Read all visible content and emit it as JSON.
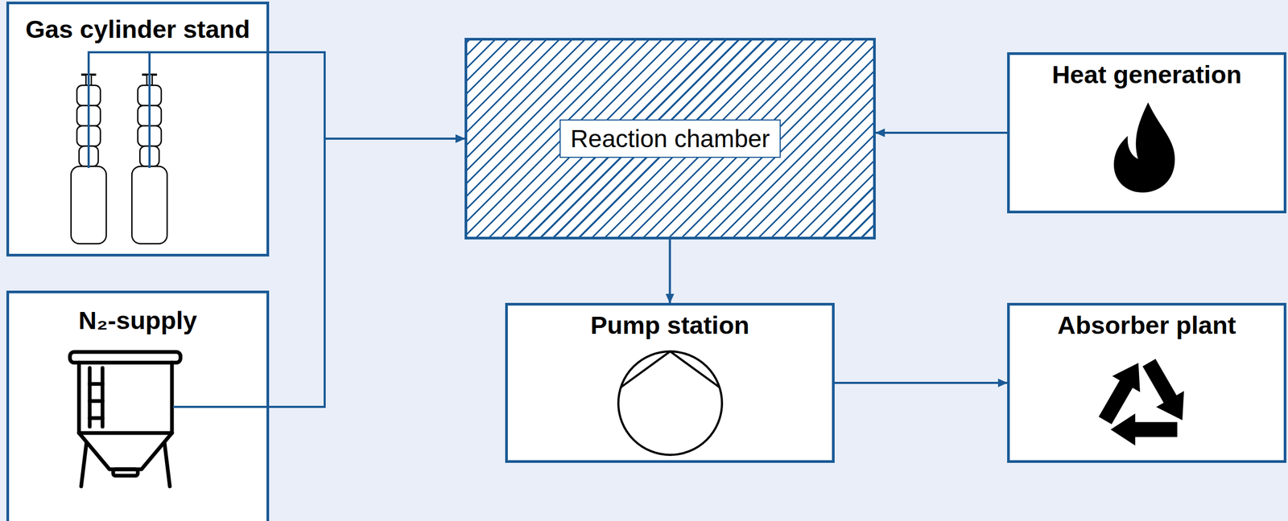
{
  "diagram": {
    "nodes": [
      {
        "text": [
          "Gas cylinder stand"
        ]
      },
      {
        "text": [
          "Reaction chamber"
        ]
      },
      {
        "text": [
          "Heat generation"
        ]
      },
      {
        "text": [
          "N₂-supply"
        ]
      },
      {
        "text": [
          "Pump station"
        ]
      },
      {
        "text": [
          "Absorber plant"
        ]
      }
    ],
    "edges": [
      {
        "from": 0,
        "to": 1,
        "arrow": "to"
      },
      {
        "from": 3,
        "to": 1,
        "arrow": "to"
      },
      {
        "from": 2,
        "to": 1,
        "arrow": "to"
      },
      {
        "from": 1,
        "to": 4,
        "arrow": "to"
      },
      {
        "from": 4,
        "to": 5,
        "arrow": "to"
      }
    ]
  }
}
